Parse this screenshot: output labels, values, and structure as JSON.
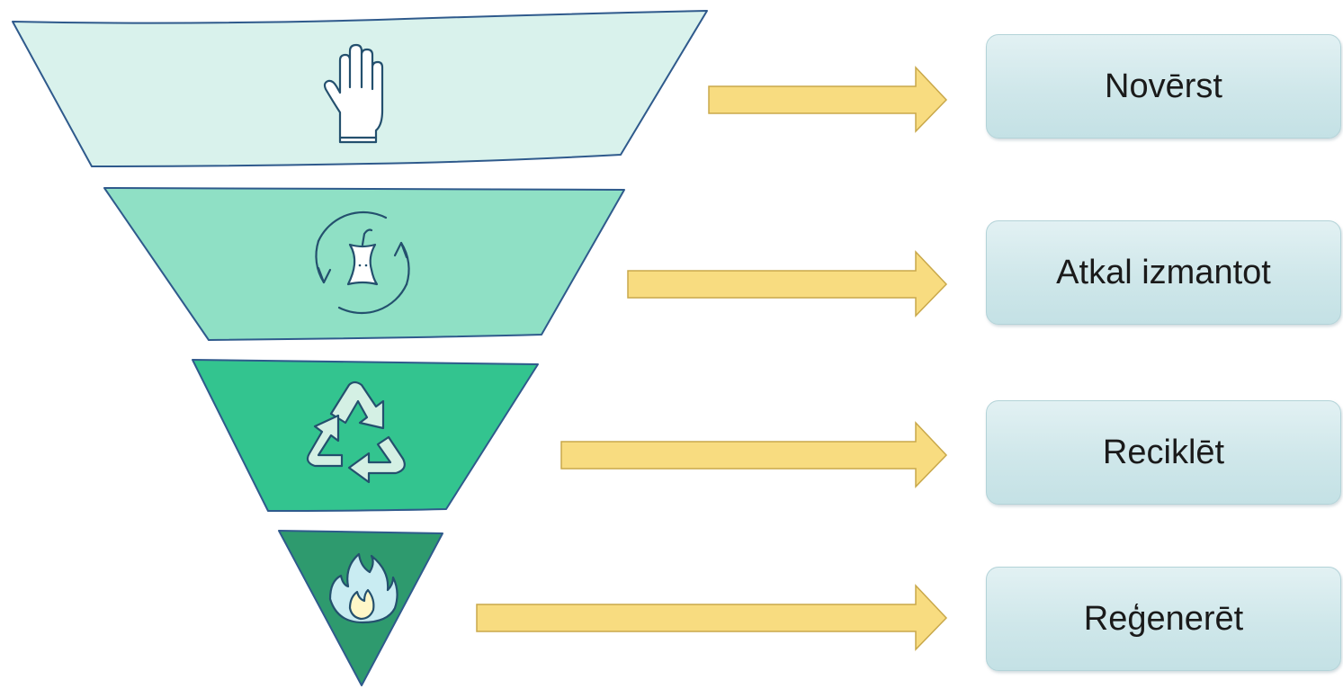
{
  "colors": {
    "tier_1": "#d9f2ec",
    "tier_2": "#8fe0c5",
    "tier_3": "#33c48f",
    "tier_4": "#2e9a6e",
    "outline": "#2f5a8c",
    "arrow": "#f8dc80",
    "label_box": "#cfe7ea"
  },
  "tiers": [
    {
      "icon": "hand-icon",
      "label": "Novērst"
    },
    {
      "icon": "apple-core-cycle-icon",
      "label": "Atkal izmantot"
    },
    {
      "icon": "recycle-icon",
      "label": "Reciklēt"
    },
    {
      "icon": "flame-icon",
      "label": "Reģenerēt"
    }
  ]
}
